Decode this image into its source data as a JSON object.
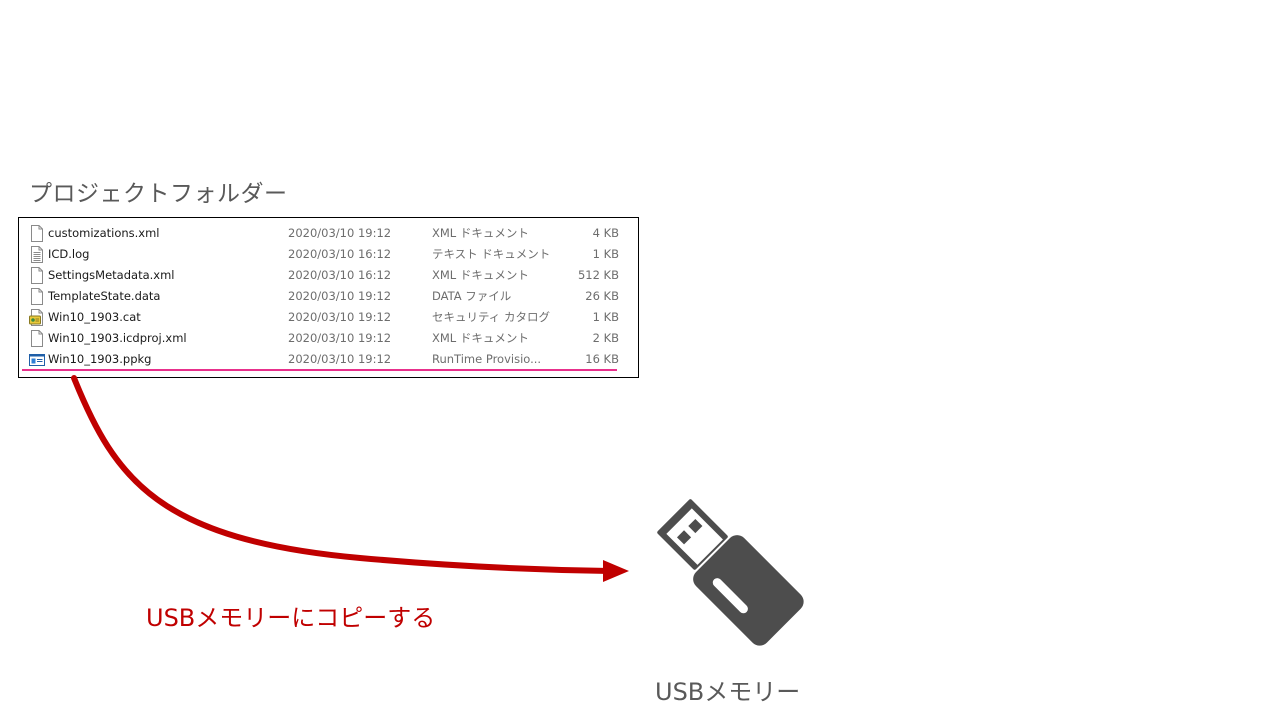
{
  "folder_title": "プロジェクトフォルダー",
  "files": [
    {
      "name": "customizations.xml",
      "date": "2020/03/10 19:12",
      "type": "XML ドキュメント",
      "size": "4 KB",
      "icon": "xml-file-icon"
    },
    {
      "name": "ICD.log",
      "date": "2020/03/10 16:12",
      "type": "テキスト ドキュメント",
      "size": "1 KB",
      "icon": "text-file-icon"
    },
    {
      "name": "SettingsMetadata.xml",
      "date": "2020/03/10 16:12",
      "type": "XML ドキュメント",
      "size": "512 KB",
      "icon": "xml-file-icon"
    },
    {
      "name": "TemplateState.data",
      "date": "2020/03/10 19:12",
      "type": "DATA ファイル",
      "size": "26 KB",
      "icon": "data-file-icon"
    },
    {
      "name": "Win10_1903.cat",
      "date": "2020/03/10 19:12",
      "type": "セキュリティ カタログ",
      "size": "1 KB",
      "icon": "security-catalog-icon"
    },
    {
      "name": "Win10_1903.icdproj.xml",
      "date": "2020/03/10 19:12",
      "type": "XML ドキュメント",
      "size": "2 KB",
      "icon": "xml-file-icon"
    },
    {
      "name": "Win10_1903.ppkg",
      "date": "2020/03/10 19:12",
      "type": "RunTime Provisio...",
      "size": "16 KB",
      "icon": "provisioning-package-icon"
    }
  ],
  "highlighted_file": "Win10_1903.ppkg",
  "copy_label": "USBメモリーにコピーする",
  "usb_label": "USBメモリー",
  "colors": {
    "arrow": "#c00000",
    "highlight": "#e8308c",
    "usb_icon": "#4d4d4d",
    "title_text": "#595959"
  }
}
